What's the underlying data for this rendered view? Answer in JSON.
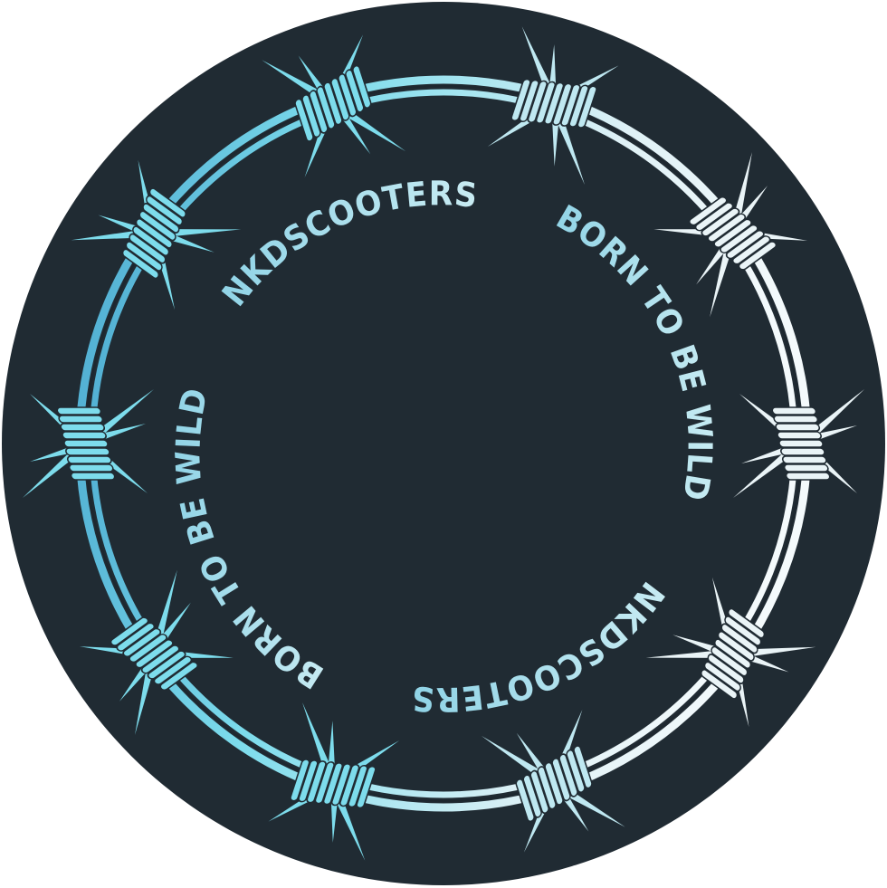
{
  "badge": {
    "brand_top": "NKDSCOOTERS",
    "slogan_right": "BORN TO BE WILD",
    "brand_bottom": "NKDSCOOTERS",
    "slogan_left": "BORN TO BE WILD",
    "barb_count": 10,
    "colors": {
      "disc": "#202b33",
      "page": "#ffffff",
      "wire_light": "#eaf4f7",
      "wire_mid": "#7ddcec",
      "wire_deep": "#4aa8cf",
      "text": "#9fdcea"
    }
  }
}
